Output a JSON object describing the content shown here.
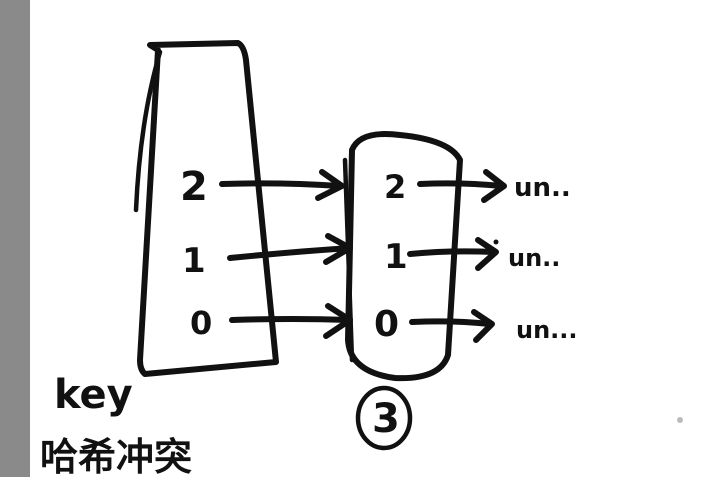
{
  "diagram": {
    "left_keys": [
      "2",
      "1",
      "0"
    ],
    "middle_keys": [
      "2",
      "1",
      "0"
    ],
    "value_texts": [
      "un..",
      "un..",
      "un..."
    ],
    "badge_label": "3",
    "caption_line1": "key",
    "caption_line2": "哈希冲突"
  }
}
